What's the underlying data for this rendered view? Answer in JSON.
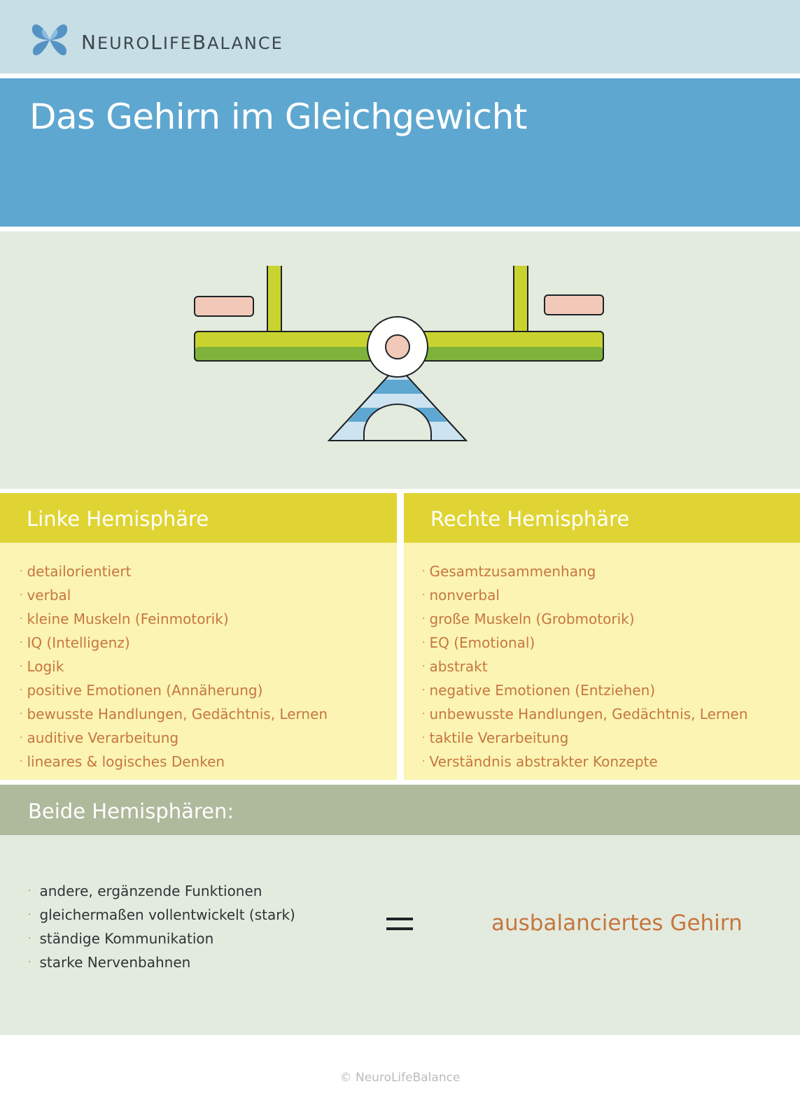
{
  "brand": {
    "name_first": "N",
    "name_1": "EURO",
    "name_second": "L",
    "name_2": "IFE",
    "name_third": "B",
    "name_3": "ALANCE",
    "logo_icon": "butterfly-flower-icon",
    "colors": {
      "header": "#c7dfe4",
      "title_band": "#5ea7d0",
      "accent": "#c6763f"
    }
  },
  "title": "Das Gehirn im Gleichgewicht",
  "left": {
    "heading": "Linke Hemisphäre",
    "items": [
      "detailorientiert",
      "verbal",
      "kleine Muskeln (Feinmotorik)",
      "IQ (Intelligenz)",
      "Logik",
      "positive Emotionen (Annäherung)",
      "bewusste Handlungen, Gedächtnis, Lernen",
      "auditive Verarbeitung",
      "lineares & logisches Denken"
    ]
  },
  "right": {
    "heading": "Rechte Hemisphäre",
    "items": [
      "Gesamtzusammenhang",
      "nonverbal",
      "große Muskeln (Grobmotorik)",
      "EQ (Emotional)",
      "abstrakt",
      "negative Emotionen (Entziehen)",
      "unbewusste Handlungen, Gedächtnis, Lernen",
      "taktile Verarbeitung",
      "Verständnis abstrakter Konzepte"
    ]
  },
  "both": {
    "heading": "Beide Hemisphären:",
    "items": [
      "andere, ergänzende Funktionen",
      "gleichermaßen vollentwickelt (stark)",
      "ständige Kommunikation",
      "starke Nervenbahnen"
    ],
    "result": "ausbalanciertes Gehirn"
  },
  "footer": "© NeuroLifeBalance"
}
